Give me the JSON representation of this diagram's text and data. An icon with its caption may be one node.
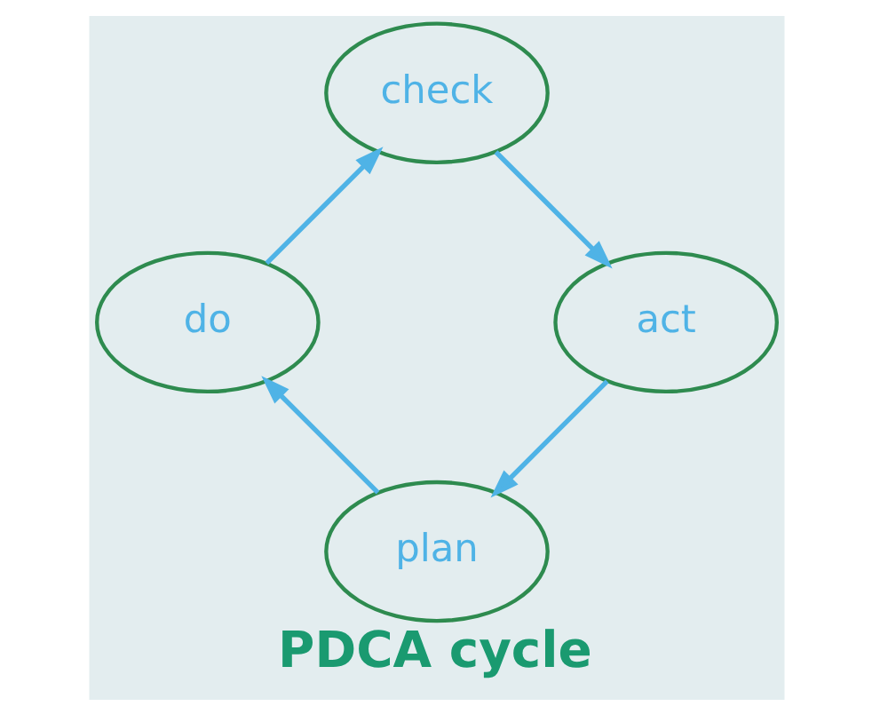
{
  "diagram": {
    "caption": "PDCA cycle",
    "nodes": [
      {
        "text": [
          "plan"
        ]
      },
      {
        "text": [
          "do"
        ]
      },
      {
        "text": [
          "check"
        ]
      },
      {
        "text": [
          "act"
        ]
      }
    ],
    "edges": [
      {
        "from": 0,
        "to": 1,
        "arrow": "to"
      },
      {
        "from": 1,
        "to": 2,
        "arrow": "to"
      },
      {
        "from": 2,
        "to": 3,
        "arrow": "to"
      },
      {
        "from": 3,
        "to": 0,
        "arrow": "to"
      }
    ]
  }
}
